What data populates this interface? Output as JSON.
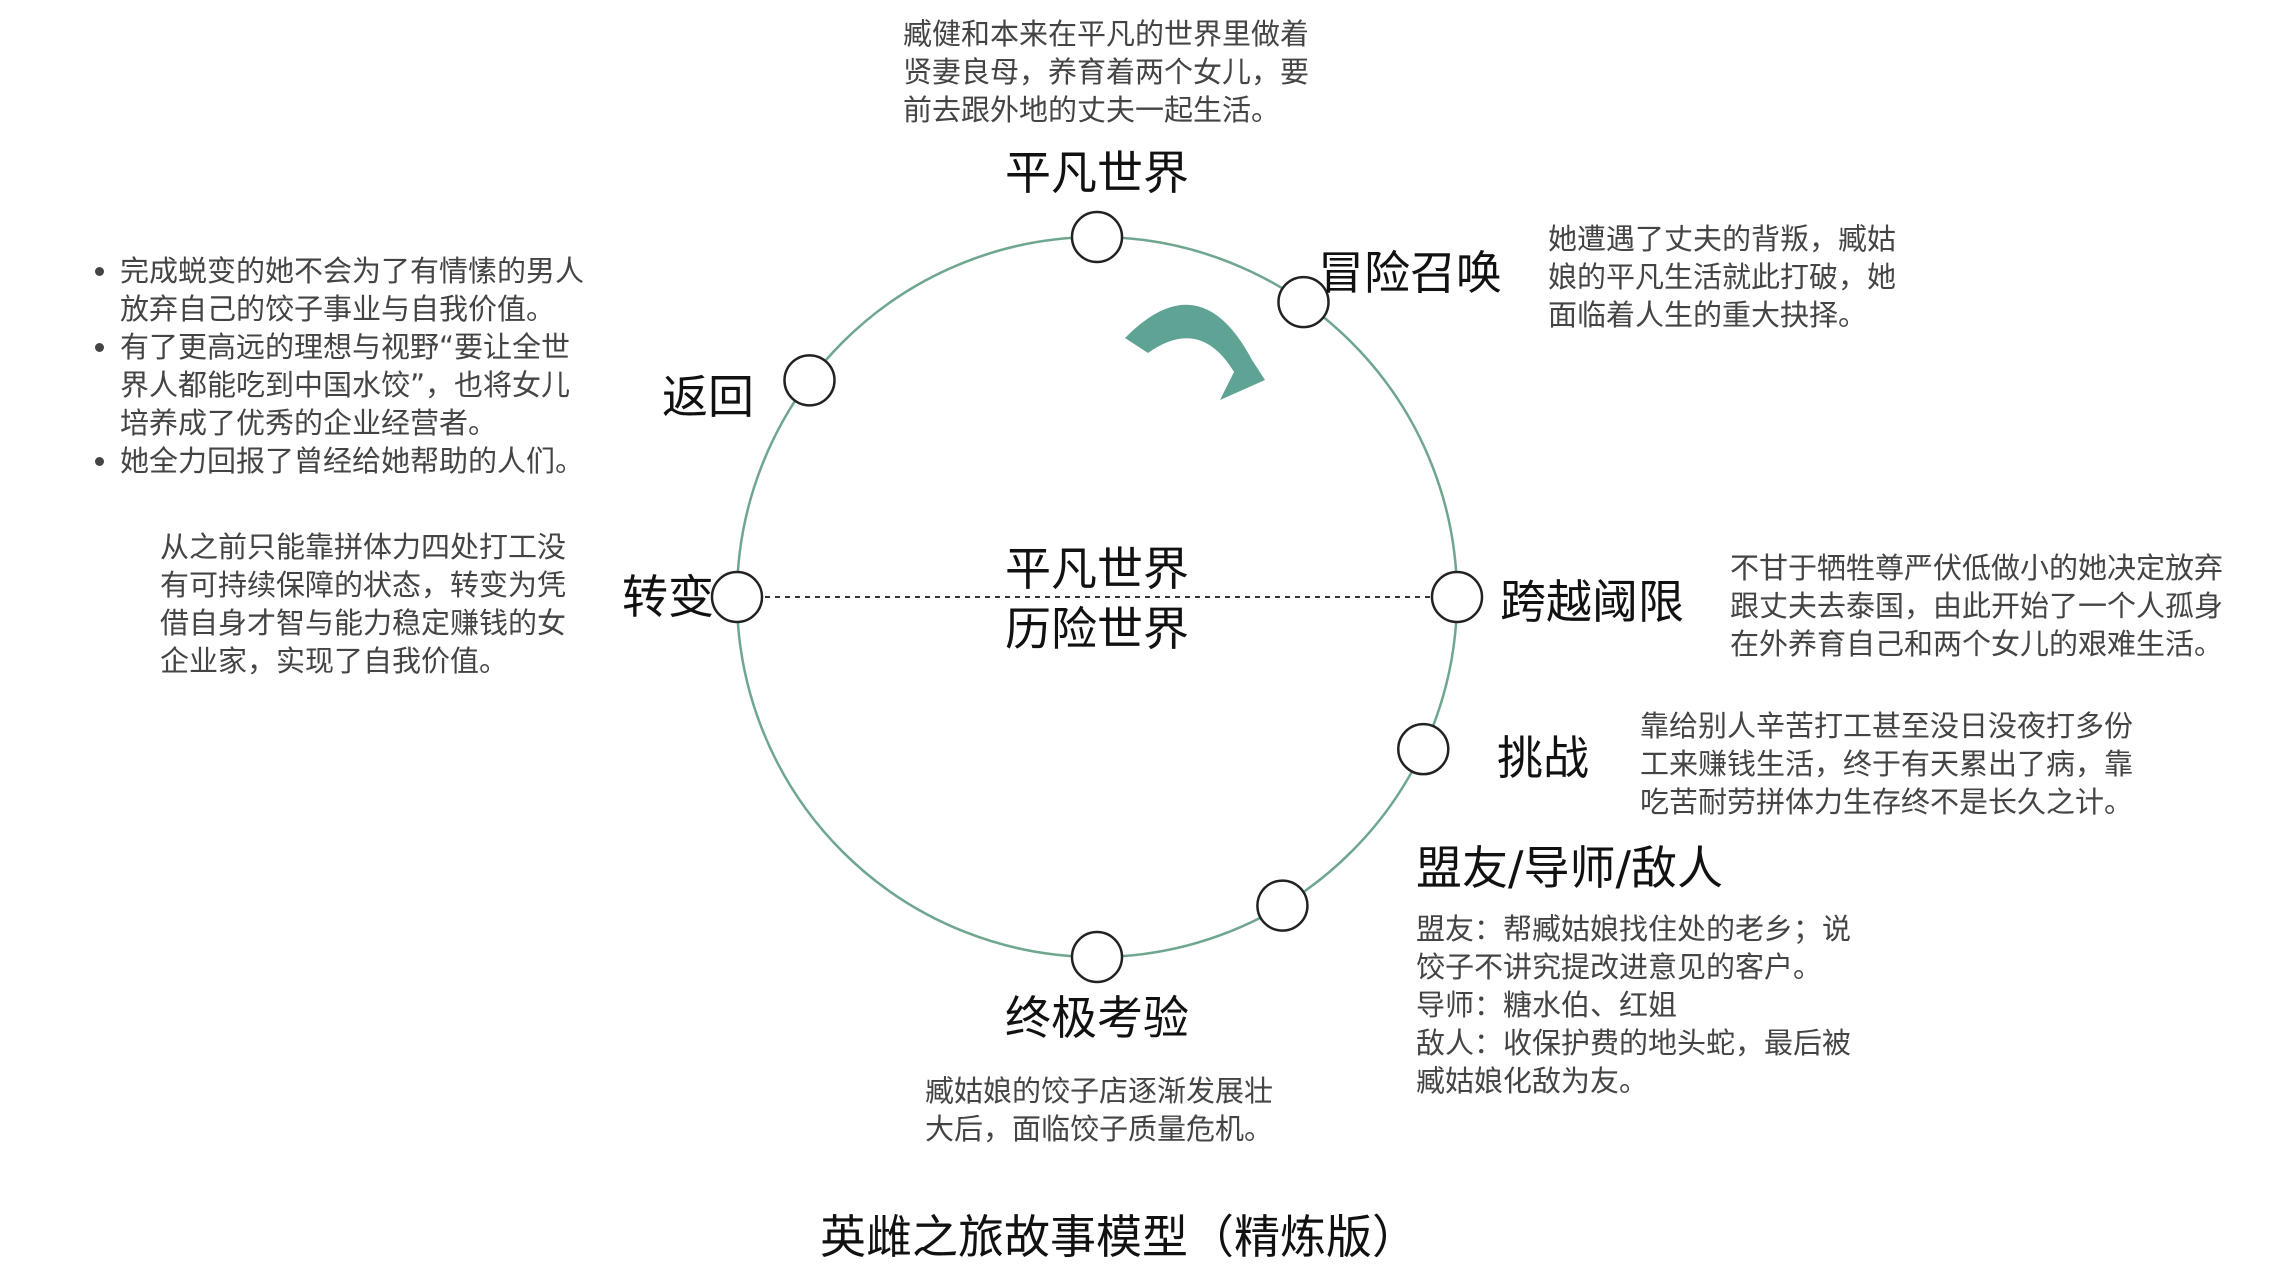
{
  "diagram_title": "英雌之旅故事模型（精炼版）",
  "colors": {
    "ring": "#6fa68f",
    "arrow": "#5fa394",
    "node_stroke": "#222222"
  },
  "center": {
    "upper": "平凡世界",
    "lower": "历险世界"
  },
  "stages": [
    {
      "id": "ordinary",
      "label": "平凡世界",
      "desc": [
        "臧健和本来在平凡的世界里做着",
        "贤妻良母，养育着两个女儿，要",
        "前去跟外地的丈夫一起生活。"
      ]
    },
    {
      "id": "call",
      "label": "冒险召唤",
      "desc": [
        "她遭遇了丈夫的背叛，臧姑",
        "娘的平凡生活就此打破，她",
        "面临着人生的重大抉择。"
      ]
    },
    {
      "id": "threshold",
      "label": "跨越阈限",
      "desc": [
        "不甘于牺牲尊严伏低做小的她决定放弃",
        "跟丈夫去泰国，由此开始了一个人孤身",
        "在外养育自己和两个女儿的艰难生活。"
      ]
    },
    {
      "id": "challenge",
      "label": "挑战",
      "desc": [
        "靠给别人辛苦打工甚至没日没夜打多份",
        "工来赚钱生活，终于有天累出了病，靠",
        "吃苦耐劳拼体力生存终不是长久之计。"
      ]
    },
    {
      "id": "allies",
      "label": "盟友/导师/敌人",
      "desc": [
        "盟友：帮臧姑娘找住处的老乡；说",
        "饺子不讲究提改进意见的客户。",
        "导师：糖水伯、红姐",
        "敌人：收保护费的地头蛇，最后被",
        "臧姑娘化敌为友。"
      ]
    },
    {
      "id": "ordeal",
      "label": "终极考验",
      "desc": [
        "臧姑娘的饺子店逐渐发展壮",
        "大后，面临饺子质量危机。"
      ]
    },
    {
      "id": "transform",
      "label": "转变",
      "desc": [
        "从之前只能靠拼体力四处打工没",
        "有可持续保障的状态，转变为凭",
        "借自身才智与能力稳定赚钱的女",
        "企业家，实现了自我价值。"
      ]
    },
    {
      "id": "return",
      "label": "返回",
      "bullets": [
        [
          "完成蜕变的她不会为了有情愫的男人",
          "放弃自己的饺子事业与自我价值。"
        ],
        [
          "有了更高远的理想与视野“要让全世",
          "界人都能吃到中国水饺”，也将女儿",
          "培养成了优秀的企业经营者。"
        ],
        [
          "她全力回报了曾经给她帮助的人们。"
        ]
      ]
    }
  ]
}
